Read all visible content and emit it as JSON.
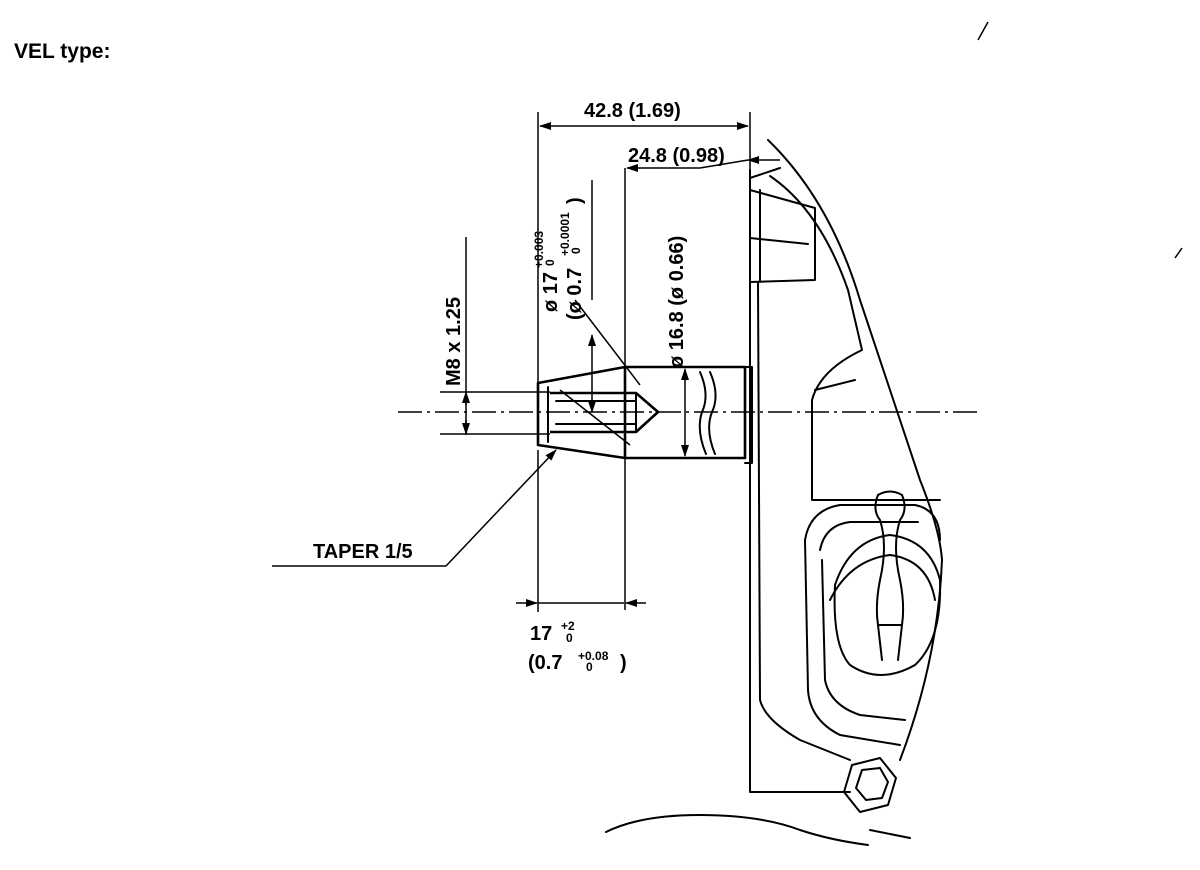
{
  "title": "VEL type:",
  "dims": {
    "overall": "42.8 (1.69)",
    "shaft_len": "24.8 (0.98)",
    "taper_dia_main": "ø 17",
    "taper_dia_main_tol_upper": "+0.003",
    "taper_dia_main_tol_lower": "0",
    "taper_dia_inch": "(ø 0.7",
    "taper_dia_inch_tol_upper": "+0.0001",
    "taper_dia_inch_tol_lower": "0",
    "taper_dia_inch_close": ")",
    "shaft_dia": "ø 16.8 (ø 0.66)",
    "thread": "M8 x 1.25",
    "taper": "TAPER 1/5",
    "thread_depth_main": "17",
    "thread_depth_main_tol_upper": "+2",
    "thread_depth_main_tol_lower": "0",
    "thread_depth_inch_open": "(0.7",
    "thread_depth_inch_tol_upper": "+0.08",
    "thread_depth_inch_tol_lower": "0",
    "thread_depth_inch_close": ")"
  }
}
